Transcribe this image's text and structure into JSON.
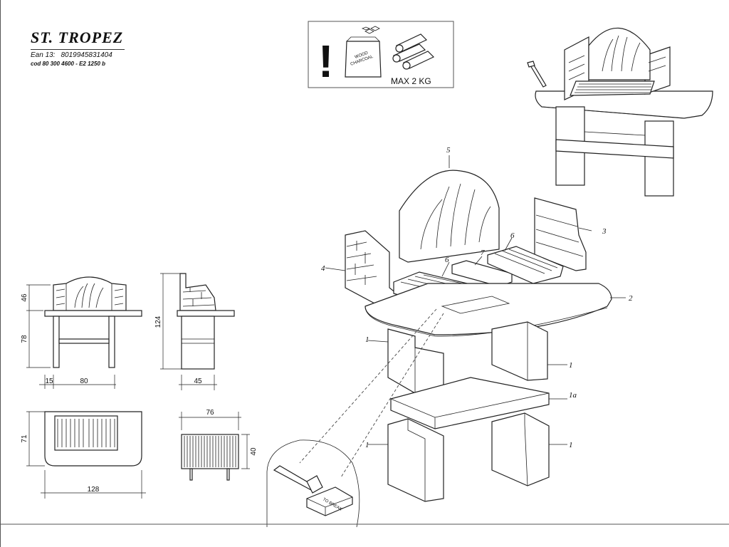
{
  "product": {
    "title": "ST. TROPEZ",
    "ean_label": "Ean 13:",
    "ean_value": "8019945831404",
    "cod_label": "cod",
    "cod_value": "80 300 4600",
    "rev": "- E2 1250 b"
  },
  "warning": {
    "exclamation": "!",
    "bag_label_line1": "WOOD",
    "bag_label_line2": "CHARCOAL",
    "max_load": "MAX 2 KG"
  },
  "dimensions": {
    "front_height_top": "46",
    "front_height_bottom": "78",
    "front_width_side": "15",
    "front_width_main": "80",
    "side_height": "124",
    "side_depth": "45",
    "top_depth": "71",
    "top_width": "128",
    "grill_width": "76",
    "grill_depth": "40"
  },
  "parts": {
    "p1": "1",
    "p1a": "1a",
    "p2": "2",
    "p3": "3",
    "p4": "4",
    "p5": "5",
    "p6": "6",
    "p7": "7"
  },
  "detail": {
    "to_break": "TO BREAK"
  }
}
